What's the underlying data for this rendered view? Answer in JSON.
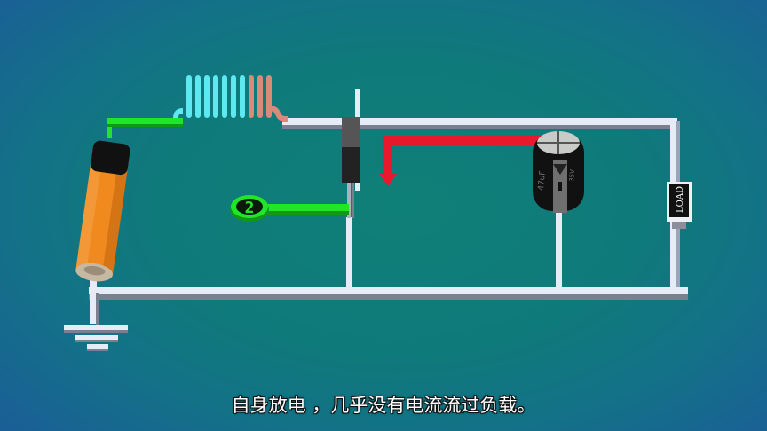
{
  "subtitle": "自身放电 ，几乎没有电流流过负载。",
  "components": {
    "battery": {
      "label": "battery",
      "colors": {
        "body": "#f08a1e",
        "cap": "#111111"
      }
    },
    "inductor": {
      "label": "inductor coil",
      "colors": {
        "coil_a": "#5ee8f0",
        "coil_b": "#d98a78"
      }
    },
    "switch": {
      "label": "MOSFET switch"
    },
    "gate_driver": {
      "label": "2",
      "color": "#22e02a"
    },
    "capacitor": {
      "label": "capacitor",
      "marking": "47uF",
      "side_text": "35V"
    },
    "load": {
      "label": "LOAD"
    },
    "ground": {
      "label": "ground"
    }
  },
  "current_arrow": {
    "color": "#e8192c",
    "direction": "down"
  },
  "colors": {
    "wire": "#e6ecf5",
    "wire_shadow": "#7a8090",
    "green_wire": "#21e628",
    "bg_center": "#0f8078",
    "bg_edge": "#1a5f96"
  }
}
